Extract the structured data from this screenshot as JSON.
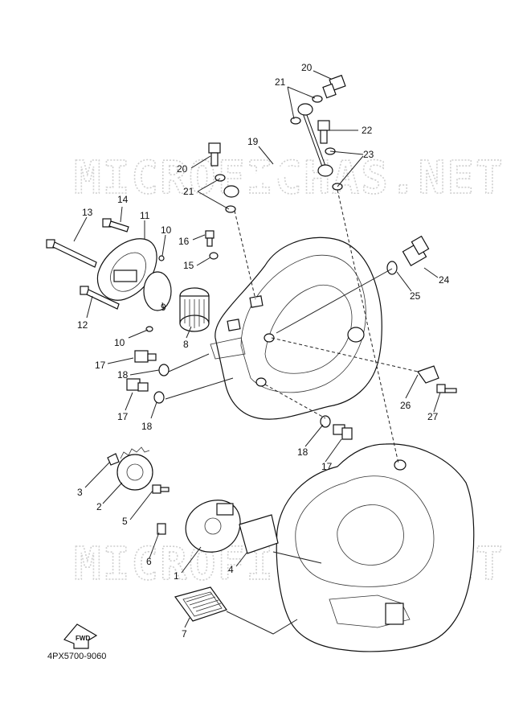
{
  "watermark": "MICROFICHAS.NET",
  "drawing_code": "4PX5700-9060",
  "fwd_label": "FWD",
  "callouts": {
    "c20a": "20",
    "c21a": "21",
    "c22": "22",
    "c23": "23",
    "c19": "19",
    "c20b": "20",
    "c21b": "21",
    "c14": "14",
    "c13": "13",
    "c11": "11",
    "c10a": "10",
    "c16": "16",
    "c15": "15",
    "c24": "24",
    "c25": "25",
    "c9": "9",
    "c12": "12",
    "c10b": "10",
    "c8": "8",
    "c17a": "17",
    "c18a": "18",
    "c17b": "17",
    "c18b": "18",
    "c26": "26",
    "c27": "27",
    "c18c": "18",
    "c17c": "17",
    "c3": "3",
    "c2": "2",
    "c5": "5",
    "c6": "6",
    "c1": "1",
    "c4": "4",
    "c7": "7"
  }
}
